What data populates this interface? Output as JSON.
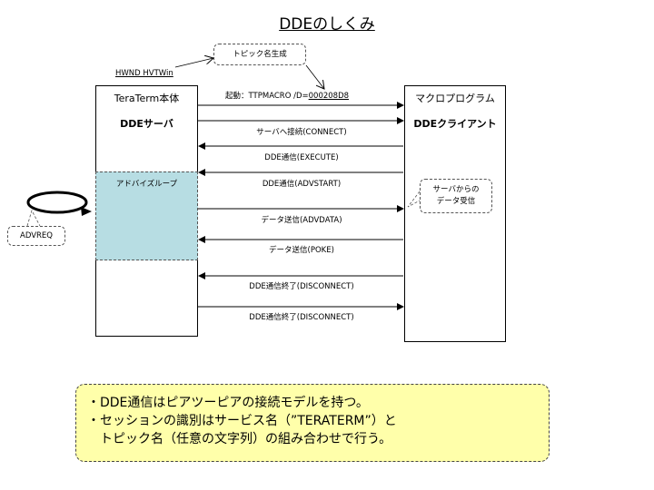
{
  "title": "DDEのしくみ",
  "server": {
    "title": "TeraTerm本体",
    "subtitle": "DDEサーバ"
  },
  "client": {
    "title": "マクロプログラム",
    "subtitle": "DDEクライアント"
  },
  "advise_loop_label": "アドバイズループ",
  "hwnd_label": "HWND HVTWin",
  "topic_callout": "トピック名生成",
  "ttpmacro": {
    "prefix": "起動：TTPMACRO /D=",
    "id": "000208D8"
  },
  "receive_callout": {
    "line1": "サーバからの",
    "line2": "データ受信"
  },
  "advreq_callout": "ADVREQ",
  "messages": [
    "サーバへ接続(CONNECT)",
    "DDE通信(EXECUTE)",
    "DDE通信(ADVSTART)",
    "データ送信(ADVDATA)",
    "データ送信(POKE)",
    "DDE通信終了(DISCONNECT)",
    "DDE通信終了(DISCONNECT)"
  ],
  "notes": [
    "・DDE通信はピアツーピアの接続モデルを持つ。",
    "・セッションの識別はサービス名（”TERATERM”）と",
    "トピック名（任意の文字列）の組み合わせで行う。"
  ]
}
